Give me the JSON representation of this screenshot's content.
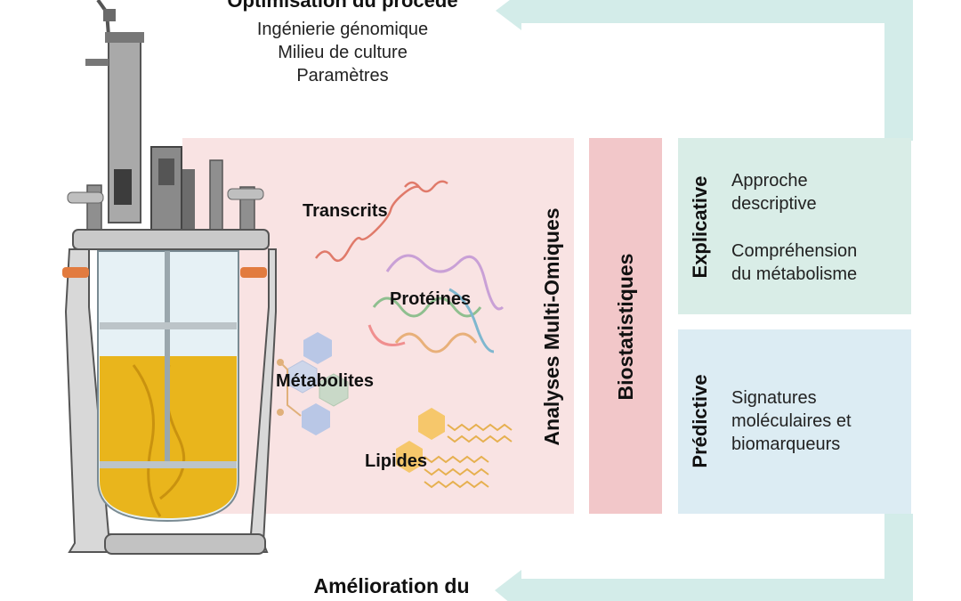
{
  "header": {
    "title": "Optimisation du procédé",
    "items": [
      "Ingénierie génomique",
      "Milieu de culture",
      "Paramètres"
    ]
  },
  "omics": {
    "panel_title": "Analyses Multi-Omiques",
    "items": [
      "Transcrits",
      "Protéines",
      "Métabolites",
      "Lipides"
    ]
  },
  "biostat": {
    "title": "Biostatistiques"
  },
  "explicative": {
    "title": "Explicative",
    "lines_a": [
      "Approche",
      "descriptive"
    ],
    "lines_b": [
      "Compréhension",
      "du métabolisme"
    ]
  },
  "predictive": {
    "title": "Prédictive",
    "lines": [
      "Signatures",
      "moléculaires et",
      "biomarqueurs"
    ]
  },
  "footer": {
    "title": "Amélioration du"
  },
  "colors": {
    "arrow": "#d3ece9",
    "omics_panel": "#f9e3e3",
    "biostat_panel": "#f2c7c9",
    "explicative_panel": "#d9ede7",
    "predictive_panel": "#dcecf3",
    "culture": "#e9b51c"
  }
}
